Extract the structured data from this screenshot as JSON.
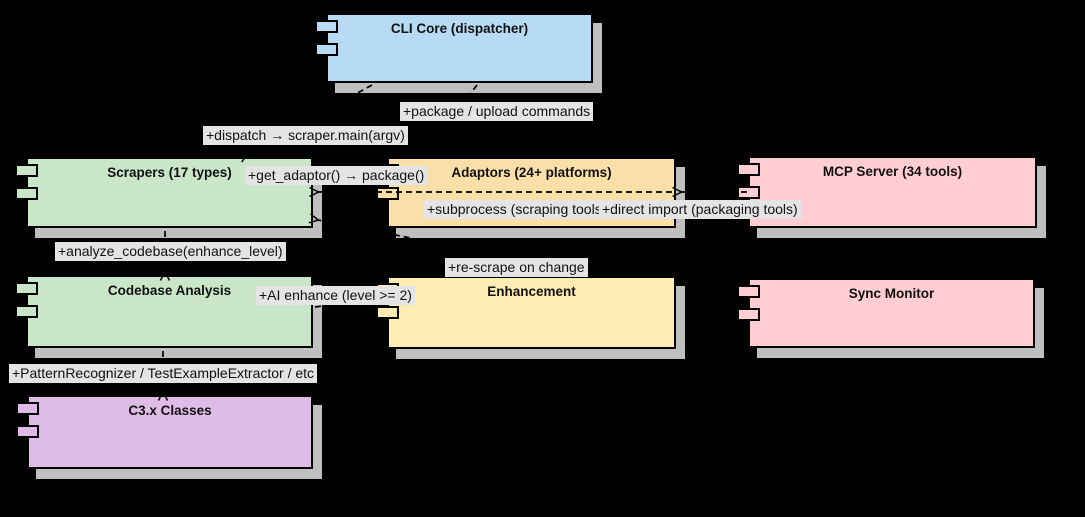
{
  "diagram": {
    "type": "uml-component-diagram",
    "background_color": "#000000",
    "shadow_color": "#BFBFBF",
    "border_color": "#000000",
    "label_background_color": "#E4E4E4",
    "components": [
      {
        "id": "cli-core",
        "title": "CLI Core (dispatcher)",
        "fill": "#B7DBF4"
      },
      {
        "id": "scrapers",
        "title": "Scrapers (17 types)",
        "fill": "#C9E7C8"
      },
      {
        "id": "adaptors",
        "title": "Adaptors (24+ platforms)",
        "fill": "#FBDFA9"
      },
      {
        "id": "mcp-server",
        "title": "MCP Server (34 tools)",
        "fill": "#FFCDD2"
      },
      {
        "id": "codebase-analysis",
        "title": "Codebase Analysis",
        "fill": "#C9E7C8"
      },
      {
        "id": "enhancement",
        "title": "Enhancement",
        "fill": "#FEECB2"
      },
      {
        "id": "sync-monitor",
        "title": "Sync Monitor",
        "fill": "#FFCDD2"
      },
      {
        "id": "c3x-classes",
        "title": "C3.x Classes",
        "fill": "#DFBCE5"
      }
    ],
    "edge_labels": [
      {
        "id": "package-upload",
        "text": "+package / upload commands"
      },
      {
        "id": "dispatch",
        "text": "+dispatch → scraper.main(argv)"
      },
      {
        "id": "get-adaptor",
        "text": "+get_adaptor() → package()"
      },
      {
        "id": "subprocess",
        "text": "+subprocess (scraping tools)"
      },
      {
        "id": "direct-import",
        "text": "+direct import (packaging tools)"
      },
      {
        "id": "analyze",
        "text": "+analyze_codebase(enhance_level)"
      },
      {
        "id": "re-scrape",
        "text": "+re-scrape on change"
      },
      {
        "id": "ai-enhance",
        "text": "+AI enhance (level >= 2)"
      },
      {
        "id": "pattern",
        "text": "+PatternRecognizer / TestExampleExtractor / etc"
      }
    ],
    "edges": [
      {
        "from": "cli-core",
        "to": "scrapers",
        "label": "+dispatch → scraper.main(argv)"
      },
      {
        "from": "cli-core",
        "to": "adaptors",
        "label": "+package / upload commands"
      },
      {
        "from": "scrapers",
        "to": "adaptors",
        "label": "+get_adaptor() → package()"
      },
      {
        "from": "adaptors",
        "to": "scrapers",
        "label": "+subprocess (scraping tools)"
      },
      {
        "from": "mcp-server",
        "to": "adaptors",
        "label": "+direct import (packaging tools)"
      },
      {
        "from": "scrapers",
        "to": "codebase-analysis",
        "label": "+analyze_codebase(enhance_level)"
      },
      {
        "from": "enhancement",
        "to": "scrapers",
        "label": "+re-scrape on change"
      },
      {
        "from": "codebase-analysis",
        "to": "enhancement",
        "label": "+AI enhance (level >= 2)"
      },
      {
        "from": "codebase-analysis",
        "to": "c3x-classes",
        "label": "+PatternRecognizer / TestExampleExtractor / etc"
      }
    ]
  }
}
